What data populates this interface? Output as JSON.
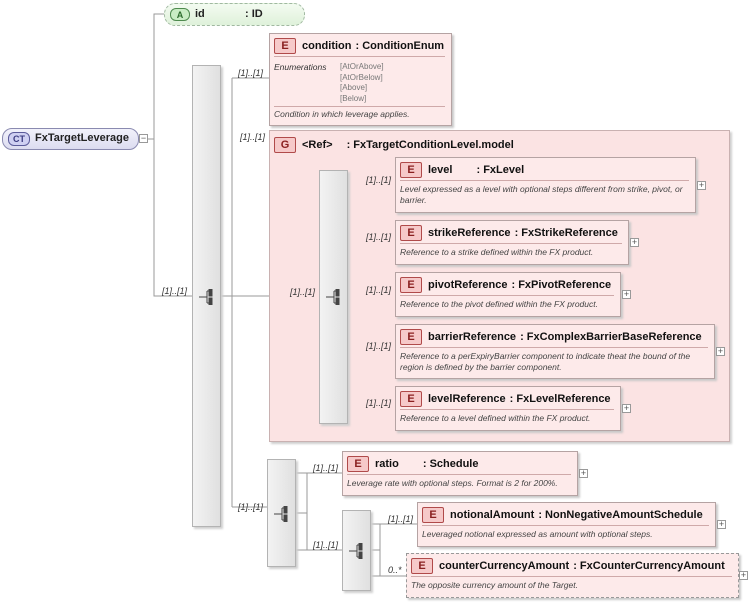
{
  "root": {
    "badge": "CT",
    "name": "FxTargetLeverage"
  },
  "attribute": {
    "badge": "A",
    "name": "id",
    "type": ": ID"
  },
  "condition": {
    "badge": "E",
    "name": "condition",
    "type": ": ConditionEnum",
    "enum_label": "Enumerations",
    "enums": [
      "[AtOrAbove]",
      "[AtOrBelow]",
      "[Above]",
      "[Below]"
    ],
    "desc": "Condition in which leverage applies."
  },
  "group": {
    "badge": "G",
    "ref": "<Ref>",
    "name": ": FxTargetConditionLevel.model"
  },
  "elements": [
    {
      "badge": "E",
      "name": "level",
      "type": ": FxLevel",
      "desc": "Level expressed as a level with optional steps different from strike, pivot, or barrier."
    },
    {
      "badge": "E",
      "name": "strikeReference",
      "type": ": FxStrikeReference",
      "desc": "Reference to a strike defined within the FX product."
    },
    {
      "badge": "E",
      "name": "pivotReference",
      "type": ": FxPivotReference",
      "desc": "Reference to the pivot defined within the FX product."
    },
    {
      "badge": "E",
      "name": "barrierReference",
      "type": ": FxComplexBarrierBaseReference",
      "desc": "Reference to a perExpiryBarrier component to indicate theat the bound of the region is defined by the barrier component."
    },
    {
      "badge": "E",
      "name": "levelReference",
      "type": ": FxLevelReference",
      "desc": "Reference to a level defined within the FX product."
    },
    {
      "badge": "E",
      "name": "ratio",
      "type": ": Schedule",
      "desc": "Leverage rate with optional steps. Format is 2 for 200%."
    },
    {
      "badge": "E",
      "name": "notionalAmount",
      "type": ": NonNegativeAmountSchedule",
      "desc": "Leveraged notional expressed as amount with optional steps."
    },
    {
      "badge": "E",
      "name": "counterCurrencyAmount",
      "type": ": FxCounterCurrencyAmount",
      "desc": "The opposite currency amount of the Target."
    }
  ],
  "multiplicities": {
    "main_seq": "[1]..[1]",
    "condition": "[1]..[1]",
    "group": "[1]..[1]",
    "inner_seq": "[1]..[1]",
    "level": "[1]..[1]",
    "strikeReference": "[1]..[1]",
    "pivotReference": "[1]..[1]",
    "barrierReference": "[1]..[1]",
    "levelReference": "[1]..[1]",
    "lower_seq": "[1]..[1]",
    "ratio": "[1]..[1]",
    "nested_seq": "[1]..[1]",
    "notionalAmount": "[1]..[1]",
    "counterCurrencyAmount": "0..*"
  },
  "plus_symbol": "+",
  "minus_symbol": "−"
}
